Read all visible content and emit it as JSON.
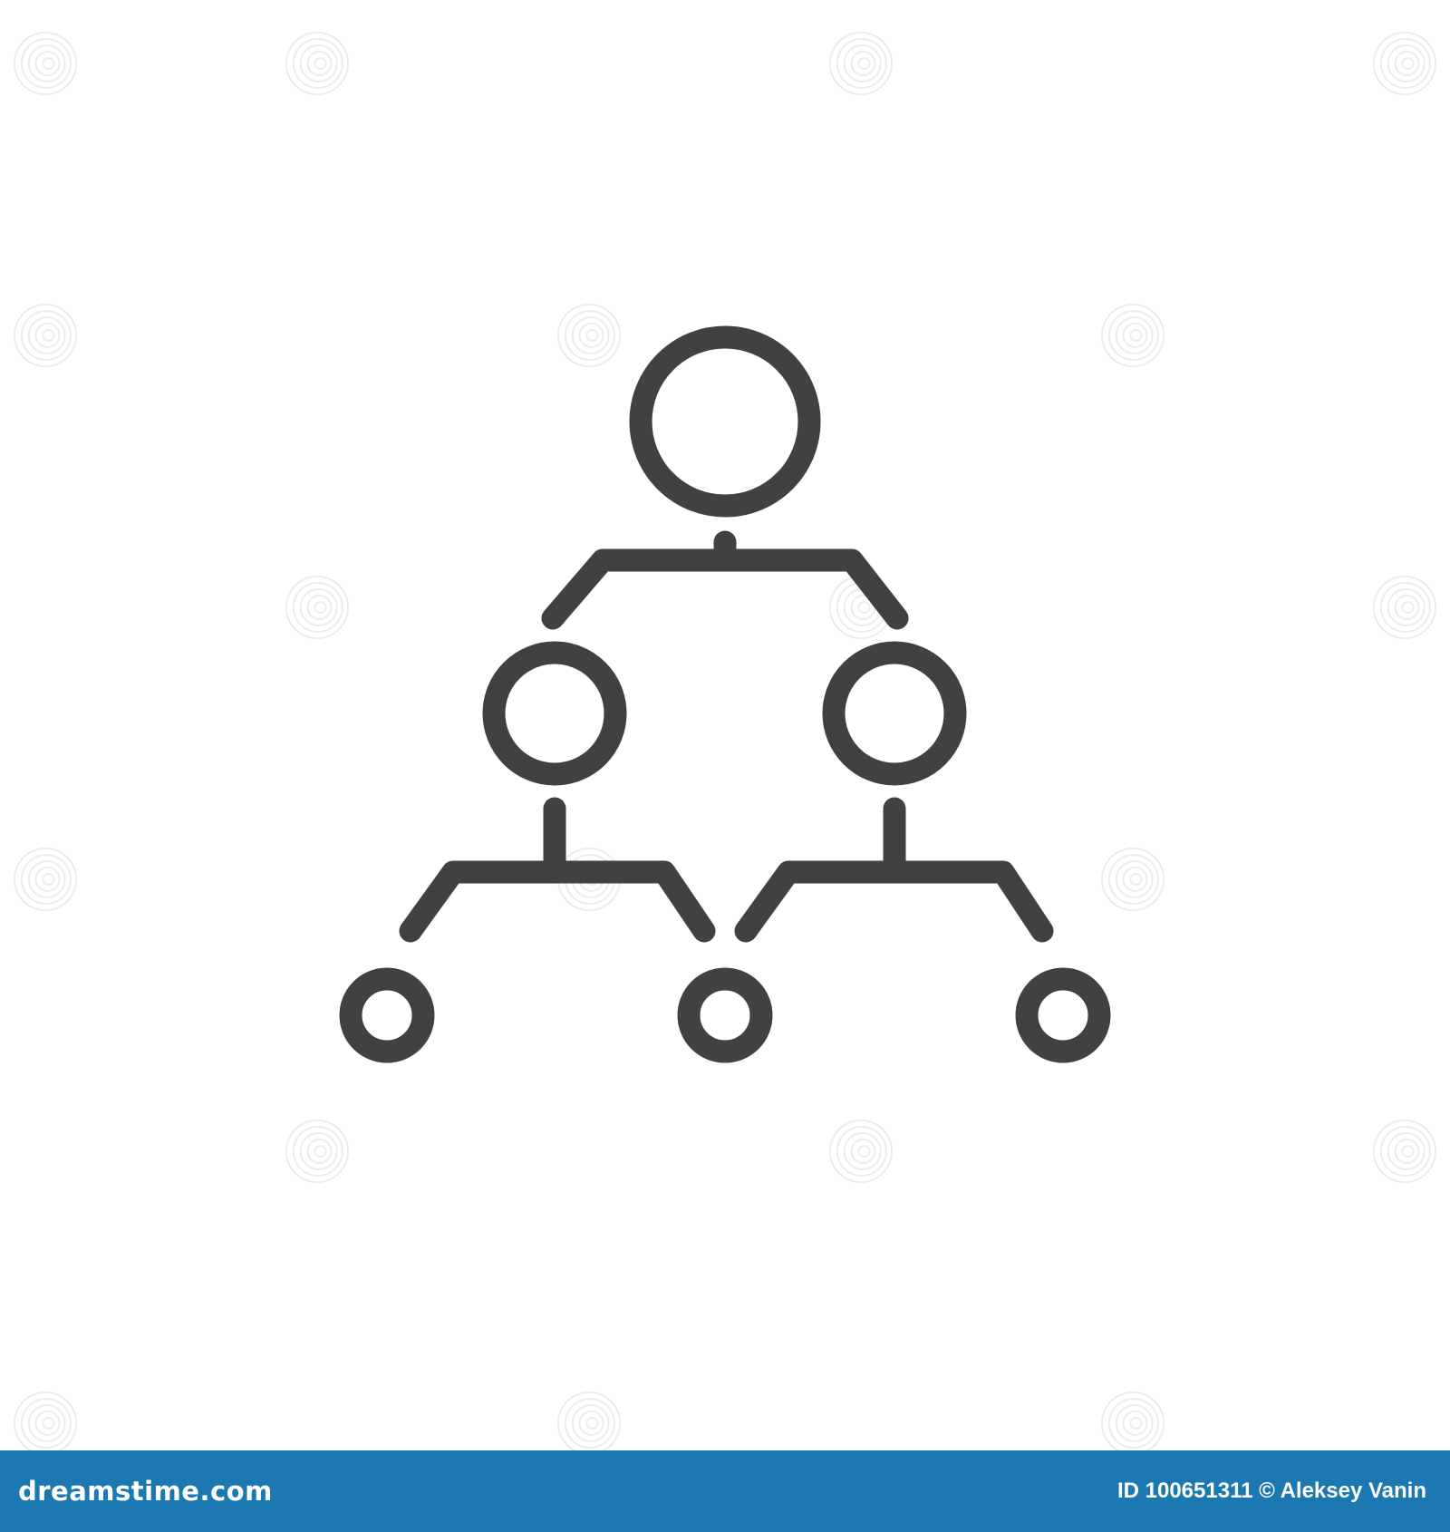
{
  "icon": {
    "name": "organization-hierarchy-icon",
    "stroke_color": "#414042",
    "node_count": 6,
    "levels": 3
  },
  "watermark": {
    "icon_name": "spiral-watermark-icon",
    "color": "#ececec"
  },
  "footer": {
    "background_color": "#1b78b0",
    "logo_text": "dreamstime.com",
    "credit_text": "ID 100651311 © Aleksey Vanin"
  }
}
